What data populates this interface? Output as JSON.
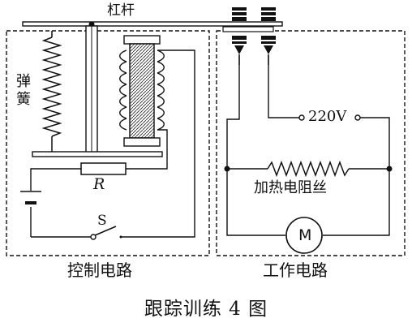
{
  "labels": {
    "lever": "杠杆",
    "spring_1": "弹",
    "spring_2": "簧",
    "resistor": "R",
    "switch": "S",
    "voltage": "220V",
    "heater": "加热电阻丝",
    "motor": "M",
    "control_circuit": "控制电路",
    "work_circuit": "工作电路"
  },
  "caption": "跟踪训练 4 图"
}
